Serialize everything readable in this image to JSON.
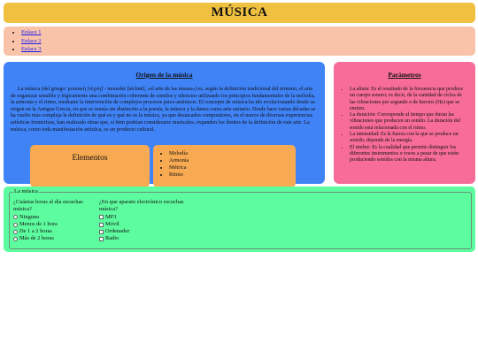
{
  "header": {
    "title": "MÚSICA"
  },
  "nav": {
    "links": [
      "Enlace 1",
      "Enlace 2",
      "Enlace 3"
    ]
  },
  "origin": {
    "title": "Origen de la música",
    "text": "La música (del griego: μουσική [τέχνη] - mousikē [téchnē], «el arte de las musas») es, según la definición tradicional del término, el arte de organizar sensible y lógicamente una combinación coherente de sonidos y silencios utilizando los principios fundamentales de la melodía, la armonía y el ritmo, mediante la intervención de complejos procesos psico-anímicos. El concepto de música ha ido evolucionando desde su origen en la Antigua Grecia, en que se reunía sin distinción a la poesía, la música y la danza como arte unitario. Desde hace varias décadas se ha vuelto más compleja la definición de qué es y qué no es la música, ya que destacados compositores, en el marco de diversas experiencias artísticas fronterizas, han realizado obras que, si bien podrían considerarse musicales, expanden los límites de la definición de este arte. La música, como toda manifestación artística, es un producto cultural."
  },
  "elements": {
    "label": "Elementos",
    "items": [
      "Melodía",
      "Armonía",
      "Métrica",
      "Ritmo"
    ]
  },
  "params": {
    "title": "Parámetros",
    "items": [
      "La altura: Es el resultado de la frecuencia que produce un cuerpo sonoro; es decir, de la cantidad de ciclos de las vibraciones por segundo o de hercios (Hz) que se emiten.",
      "La duración: Corresponde al tiempo que duran las vibraciones que producen un sonido. La duración del sonido está relacionada con el ritmo.",
      "La intensidad: Es la fuerza con la que se produce un sonido; depende de la energía.",
      "El timbre: Es la cualidad que permite distinguir los diferentes instrumentos o voces a pesar de que estén produciendo sonidos con la misma altura."
    ]
  },
  "survey": {
    "legend": "La música",
    "q1": {
      "question": "¿Cuántas horas al día escuchas música?",
      "options": [
        "Ninguna",
        "Menos de 1 hora",
        "De 1 a 2 horas",
        "Más de 2 horas"
      ]
    },
    "q2": {
      "question": "¿En que aparato electrónico escuchas música?",
      "options": [
        "MP3",
        "Móvil",
        "Ordenador",
        "Radio"
      ]
    }
  }
}
